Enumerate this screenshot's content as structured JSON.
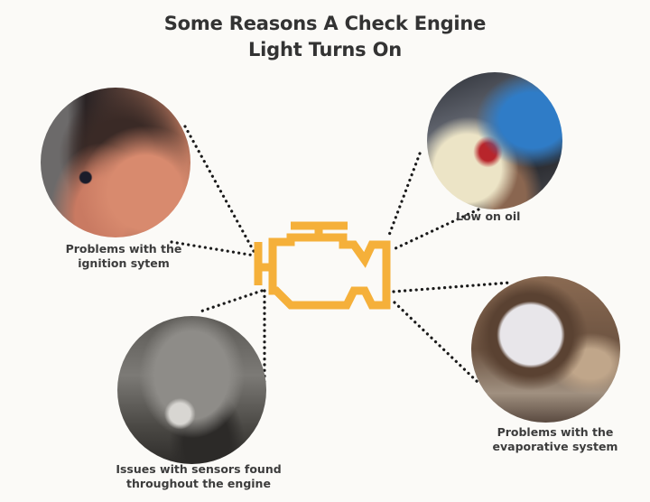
{
  "title": {
    "line1": "Some Reasons A Check Engine",
    "line2": "Light Turns On"
  },
  "center_icon": {
    "name": "check-engine-icon",
    "color": "#F5B03A"
  },
  "reasons": [
    {
      "id": "ignition",
      "line1": "Problems with the",
      "line2": "ignition sytem",
      "photo": "hand-holding-ignition-coil"
    },
    {
      "id": "oil",
      "line1": "Low on oil",
      "line2": "",
      "photo": "gloved-hand-pouring-oil"
    },
    {
      "id": "evap",
      "line1": "Problems with the",
      "line2": "evaporative system",
      "photo": "fuel-cap"
    },
    {
      "id": "sensors",
      "line1": "Issues with sensors found",
      "line2": "throughout the engine",
      "photo": "engine-bay"
    }
  ],
  "colors": {
    "background": "#fbfaf7",
    "text": "#333333",
    "dots": "#1a1a1a",
    "engine": "#F5B03A"
  }
}
